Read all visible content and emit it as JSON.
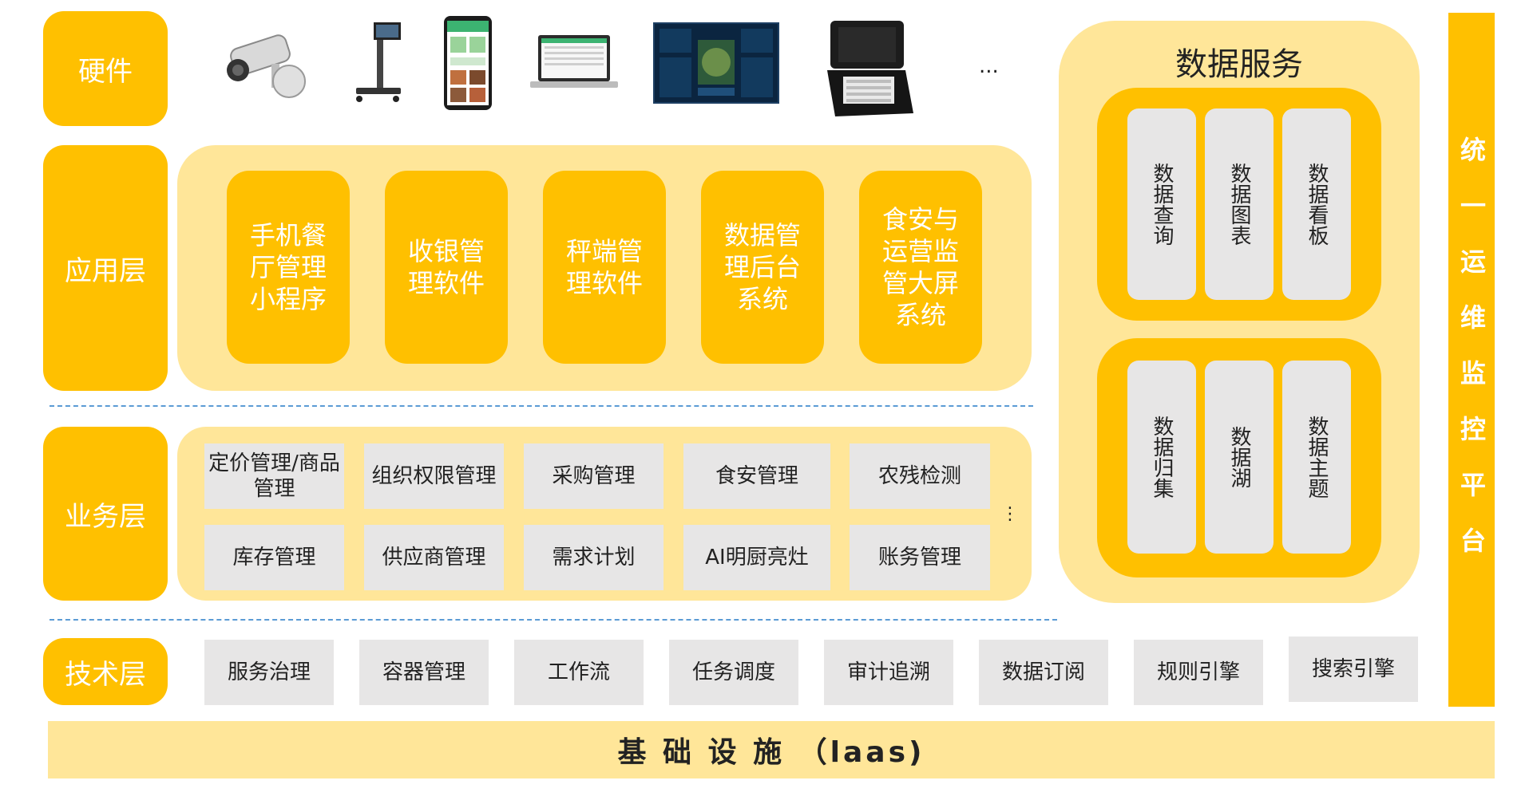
{
  "layers": {
    "hardware": "硬件",
    "application": "应用层",
    "business": "业务层",
    "tech": "技术层"
  },
  "hardware_devices": [
    {
      "icon": "security-camera-icon"
    },
    {
      "icon": "scale-terminal-icon"
    },
    {
      "icon": "smartphone-icon"
    },
    {
      "icon": "laptop-icon"
    },
    {
      "icon": "big-screen-display-icon"
    },
    {
      "icon": "rugged-case-device-icon"
    }
  ],
  "hardware_more": "...",
  "apps": [
    "手机餐厅管理小程序",
    "收银管理软件",
    "秤端管理软件",
    "数据管理后台系统",
    "食安与运营监管大屏系统"
  ],
  "business_row1": [
    "定价管理/商品管理",
    "组织权限管理",
    "采购管理",
    "食安管理",
    "农残检测"
  ],
  "business_row2": [
    "库存管理",
    "供应商管理",
    "需求计划",
    "AI明厨亮灶",
    "账务管理"
  ],
  "business_more": "⋮",
  "tech_items": [
    "服务治理",
    "容器管理",
    "工作流",
    "任务调度",
    "审计追溯",
    "数据订阅",
    "规则引擎",
    "搜索引擎"
  ],
  "data_service": {
    "title": "数据服务",
    "group1": [
      "数据查询",
      "数据图表",
      "数据看板"
    ],
    "group2": [
      "数据归集",
      "数据湖",
      "数据主题"
    ]
  },
  "ops_platform": "统一运维监控平台",
  "infrastructure": "基 础 设 施 （laas)",
  "colors": {
    "accent": "#FFC000",
    "panel": "#FFE699",
    "card": "#E7E6E6",
    "divider": "#5B9BD5"
  }
}
